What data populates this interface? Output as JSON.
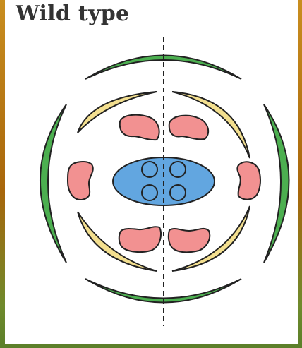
{
  "title": "Wild type",
  "colors": {
    "sepal": "#4caf50",
    "petal": "#f3df8f",
    "stamen": "#f29191",
    "carpel": "#62a6e0",
    "axis": "#222222"
  },
  "icons": {
    "symmetry_axis": "dashed-vertical-line",
    "sepal": "green-crescent",
    "petal": "yellow-crescent",
    "stamen": "pink-kidney",
    "carpel": "blue-ellipse-with-four-ovules"
  }
}
